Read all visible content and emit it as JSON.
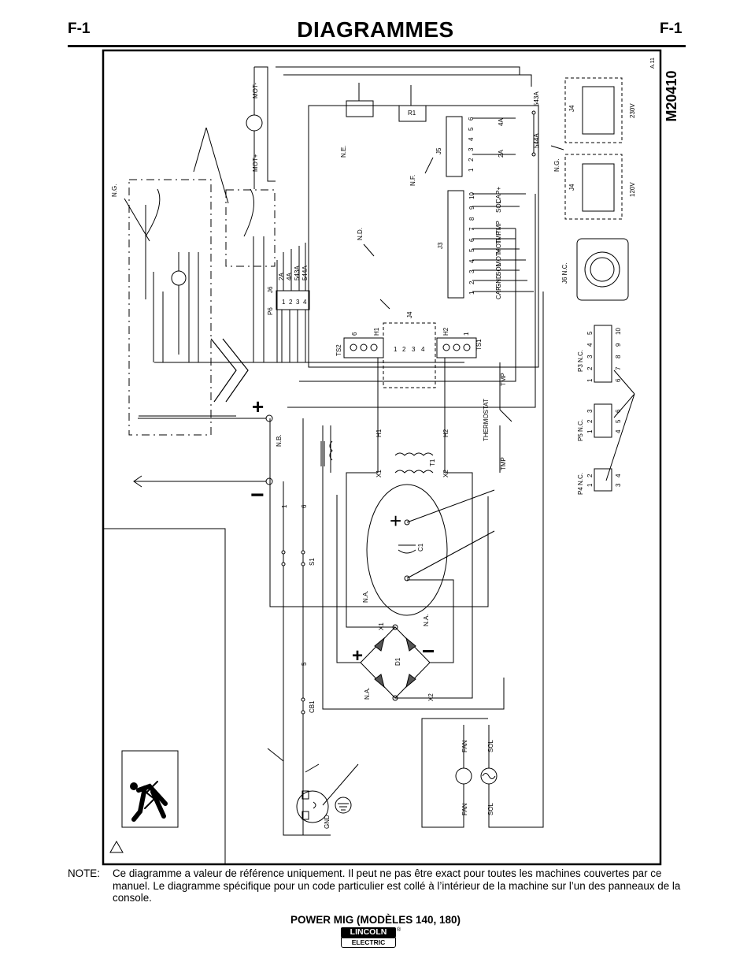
{
  "header": {
    "code_left": "F-1",
    "title": "DIAGRAMMES",
    "code_right": "F-1"
  },
  "diagram": {
    "number": "M20410",
    "revision": "A.11",
    "labels": {
      "mot_minus": "MOT-",
      "mot_plus": "MOT+",
      "ng": "N.G.",
      "ne": "N.E.",
      "nf": "N.F.",
      "nd": "N.D.",
      "nb": "N.B.",
      "na": "N.A.",
      "r1": "R1",
      "j5": "J5",
      "j3": "J3",
      "j4": "J4",
      "j6": "J6",
      "p6": "P6",
      "j6nc": "J6  N.C.",
      "p3nc": "P3  N.C.",
      "p5nc": "P5  N.C.",
      "p4nc": "P4  N.C.",
      "ts1": "TS1",
      "ts2": "TS2",
      "h1": "H1",
      "h2": "H2",
      "x1": "X1",
      "x2": "X2",
      "t1": "T1",
      "c1": "C1",
      "d1": "D1",
      "s1": "S1",
      "cb1": "CB1",
      "thermostat": "THERMOSTAT",
      "tmp": "TMP",
      "fan": "FAN",
      "sol": "SOL",
      "gnd": "GND",
      "v230": "230V",
      "v120": "120V",
      "w2a": "2A",
      "w4a": "4A",
      "w543a": "543A",
      "w544a": "544A",
      "cap_p": "CAP+",
      "cap_m": "CAP-",
      "mot_m": "MOT-",
      "mot_p": "MOT+",
      "plus": "+",
      "minus": "−",
      "six": "6",
      "one": "1",
      "five": "5"
    },
    "j3_pins": [
      "1",
      "2",
      "3",
      "4",
      "5",
      "6",
      "7",
      "8",
      "9",
      "10"
    ],
    "j3_signals": [
      "CAP-",
      "GND",
      "SOL",
      "MOT+",
      "MOT-",
      "TMP",
      "TMP",
      "",
      "SOL",
      "CAP+"
    ],
    "j5_pins": [
      "1",
      "2",
      "3",
      "4",
      "5",
      "6"
    ],
    "j5_signals": [
      "2A",
      "4A"
    ],
    "p6_pins": [
      "1",
      "2",
      "3",
      "4"
    ],
    "j4_pins": [
      "1",
      "2",
      "3",
      "4"
    ],
    "p3_top": [
      "1",
      "2",
      "3",
      "4",
      "5"
    ],
    "p3_bottom": [
      "6",
      "7",
      "8",
      "9",
      "10"
    ],
    "p5_top": [
      "1",
      "2",
      "3"
    ],
    "p5_bottom": [
      "4",
      "5",
      "6"
    ],
    "p4_top": [
      "1",
      "2"
    ],
    "p4_bottom": [
      "3",
      "4"
    ]
  },
  "note": {
    "label": "NOTE:",
    "text": "Ce diagramme a valeur de référence uniquement. Il peut ne pas être exact pour toutes les machines couvertes par ce manuel. Le diagramme spécifique pour un code particulier est collé à l’intérieur de la machine sur l’un des panneaux de la console."
  },
  "footer": {
    "model": "POWER MIG (MODÈLES 140, 180)",
    "logo_top": "LINCOLN",
    "logo_bottom": "ELECTRIC",
    "logo_reg": "®"
  }
}
